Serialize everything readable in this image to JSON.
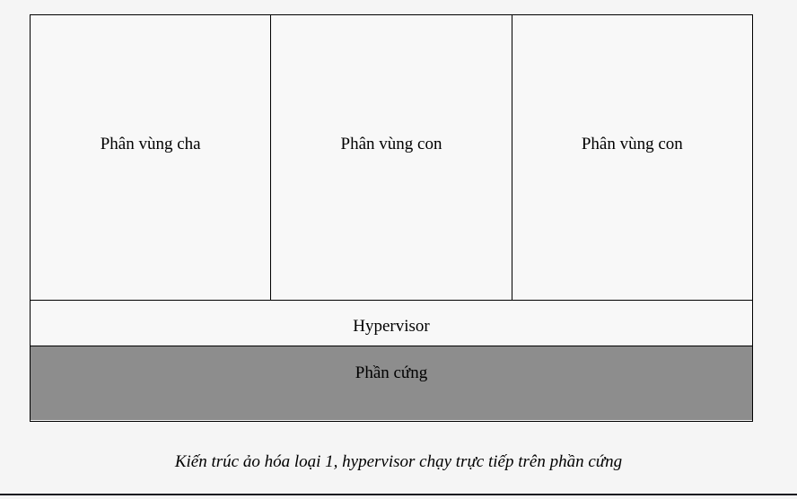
{
  "diagram": {
    "partitions": [
      {
        "label": "Phân vùng cha"
      },
      {
        "label": "Phân vùng con"
      },
      {
        "label": "Phân vùng con"
      }
    ],
    "hypervisor_label": "Hypervisor",
    "hardware_label": "Phần cứng"
  },
  "caption": "Kiến trúc ảo hóa loại 1, hypervisor chạy trực tiếp trên phần cứng",
  "colors": {
    "background": "#f5f5f5",
    "box_fill": "#f8f8f8",
    "hardware_fill": "#8d8d8d",
    "border": "#000000",
    "bottom_rule": "#161620"
  }
}
